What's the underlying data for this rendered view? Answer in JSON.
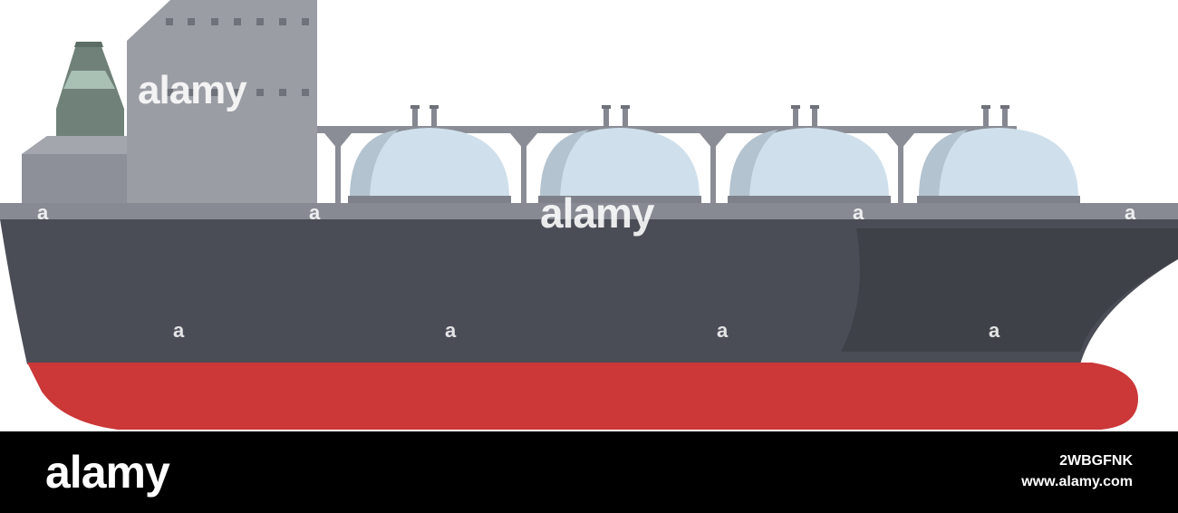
{
  "watermark": {
    "brand": "alamy",
    "small_mark": "a"
  },
  "footer": {
    "logo": "alamy",
    "image_id": "2WBGFNK",
    "url": "www.alamy.com"
  },
  "colors": {
    "hull": "#4a4d56",
    "hull_bow_shadow": "#3f4148",
    "keel": "#cc3737",
    "deck": "#878a93",
    "superstructure": "#9a9da4",
    "tank_dome": "#cfe0ec",
    "tank_shadow": "#b3c3cf",
    "funnel": "#6f8178",
    "funnel_band": "#a9c0b5",
    "footer_bg": "#000000"
  }
}
